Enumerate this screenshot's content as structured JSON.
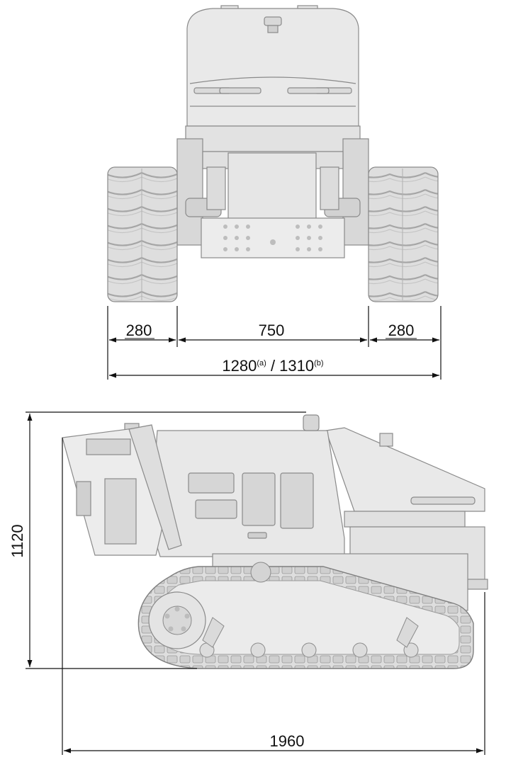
{
  "front_view": {
    "left_track_width": "280",
    "track_gauge": "750",
    "right_track_width": "280",
    "overall_width_a": "1280",
    "overall_width_a_sup": "(a)",
    "separator": " / ",
    "overall_width_b": "1310",
    "overall_width_b_sup": "(b)"
  },
  "side_view": {
    "height": "1120",
    "length": "1960"
  },
  "colors": {
    "body_fill": "#e6e6e6",
    "body_stroke": "#8a8a8a",
    "track_fill": "#dcdcdc",
    "dim_line": "#111111"
  }
}
